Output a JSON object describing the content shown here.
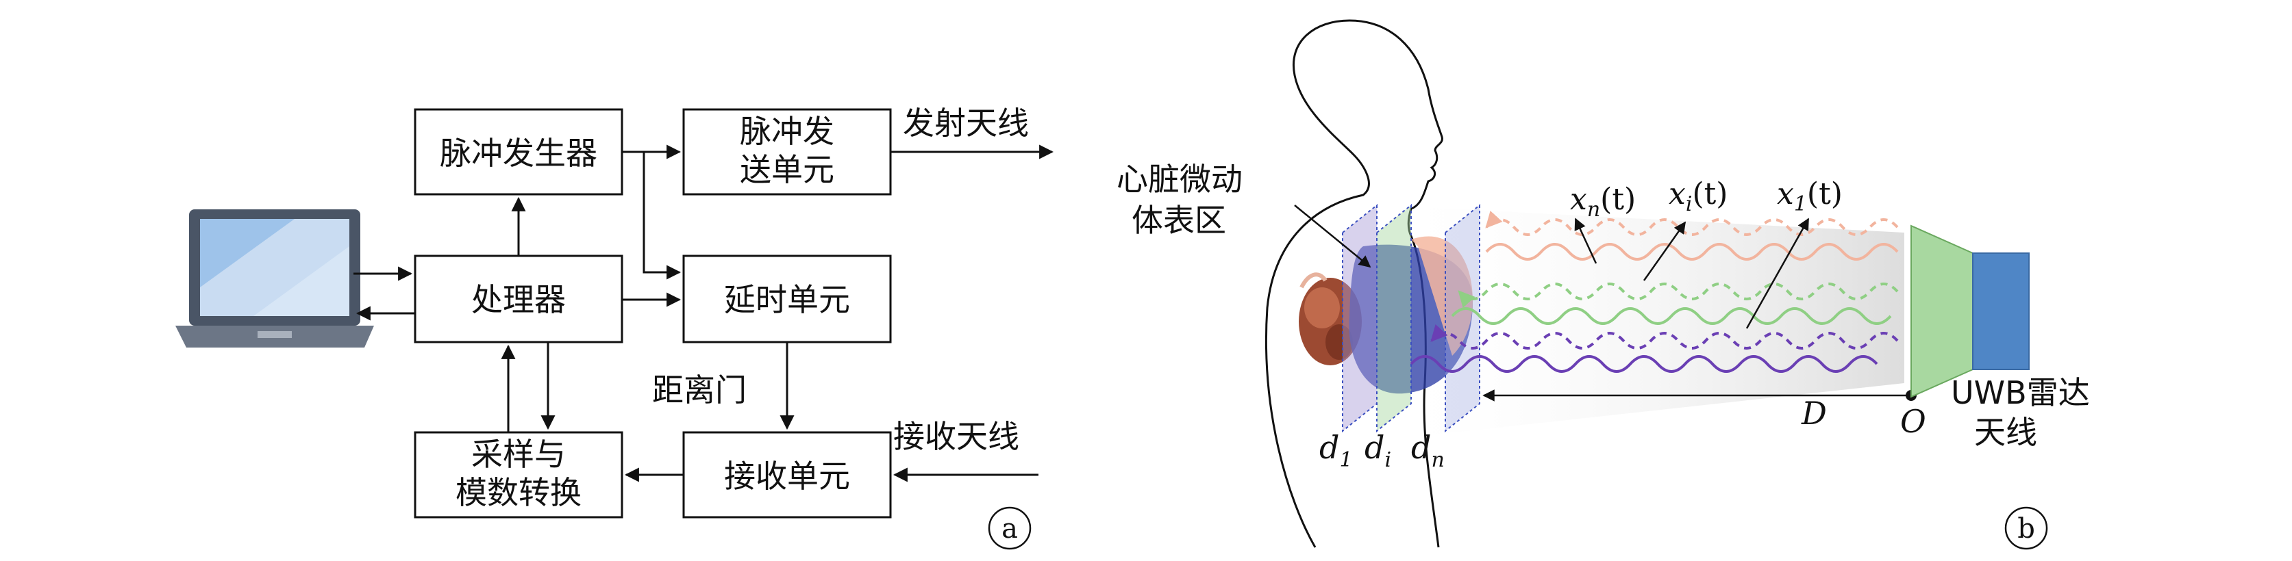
{
  "panel_a": {
    "label": "a",
    "blocks": {
      "pulse_generator": "脉冲发生器",
      "pulse_tx_line1": "脉冲发",
      "pulse_tx_line2": "送单元",
      "processor": "处理器",
      "delay_unit": "延时单元",
      "sampling_line1": "采样与",
      "sampling_line2": "模数转换",
      "receiver_unit": "接收单元"
    },
    "labels": {
      "tx_antenna": "发射天线",
      "range_gate": "距离门",
      "rx_antenna": "接收天线"
    }
  },
  "panel_b": {
    "label": "b",
    "body_area_line1": "心脏微动",
    "body_area_line2": "体表区",
    "signals": {
      "xn": "x",
      "xn_sub": "n",
      "xi": "x",
      "xi_sub": "i",
      "x1": "x",
      "x1_sub": "1",
      "t": "(t)"
    },
    "planes": {
      "d1": "d",
      "d1_sub": "1",
      "di": "d",
      "di_sub": "i",
      "dn": "d",
      "dn_sub": "n"
    },
    "distance": "D",
    "origin": "O",
    "radar_line1": "UWB雷达",
    "radar_line2": "天线"
  },
  "colors": {
    "orange": "#f2b49e",
    "green": "#8fcf84",
    "purple": "#6a3fb4",
    "horn_green": "#a8d8a0",
    "horn_blue": "#4f86c6",
    "torso_blue": "#2e3fa6"
  }
}
